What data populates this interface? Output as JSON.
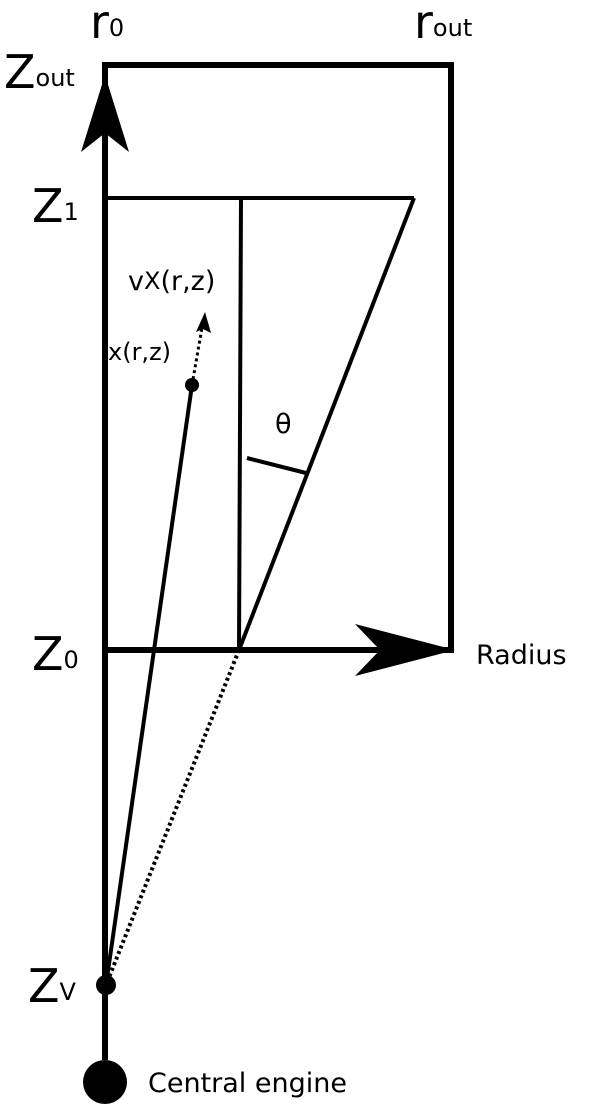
{
  "diagram": {
    "labels": {
      "r0_main": "r",
      "r0_sub": "0",
      "rout_main": "r",
      "rout_sub": "out",
      "zout_main": "Z",
      "zout_sub": "out",
      "z1_main": "Z",
      "z1_sub": "1",
      "z0_main": "Z",
      "z0_sub": "0",
      "zv_main": "Z",
      "zv_sub": "V",
      "velocity_v": "v",
      "velocity_sub": "X",
      "velocity_args": "(r,z)",
      "position": "x(r,z)",
      "theta": "θ",
      "radius_axis": "Radius",
      "central_engine": "Central engine"
    }
  }
}
